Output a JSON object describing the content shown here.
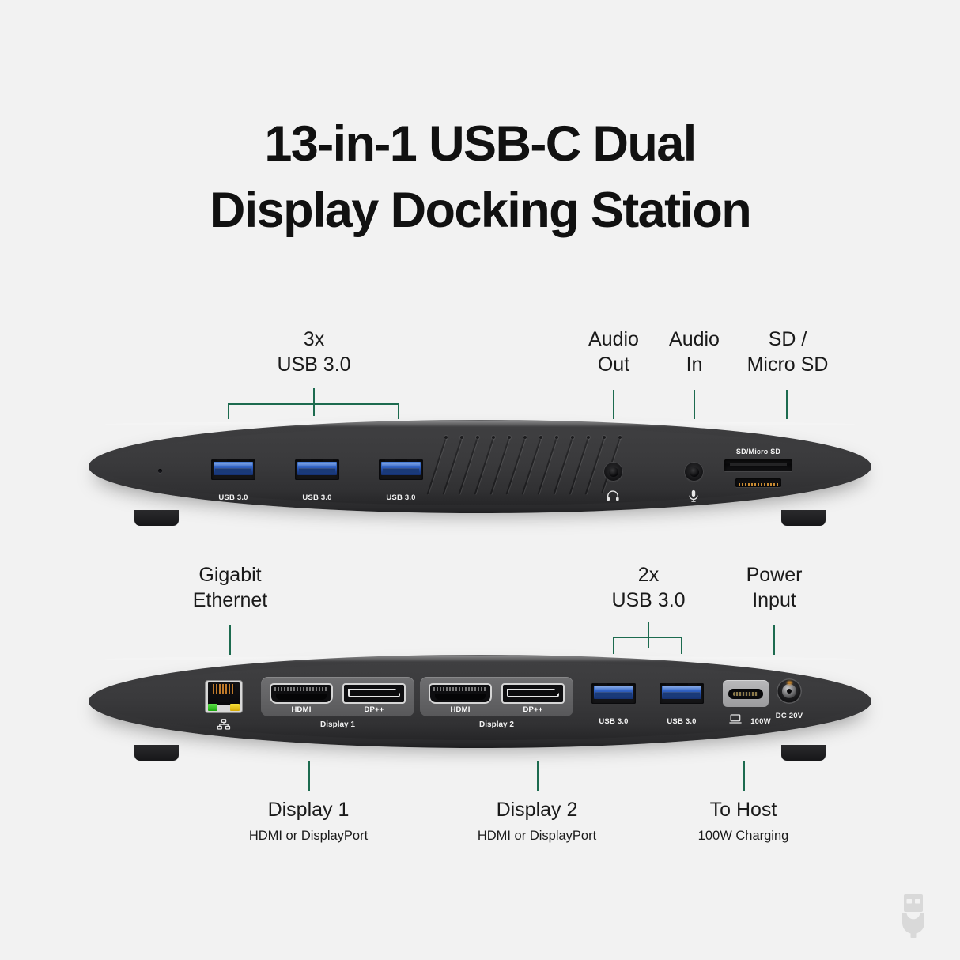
{
  "title": {
    "line1": "13-in-1 USB-C Dual",
    "line2": "Display Docking Station"
  },
  "colors": {
    "background": "#f2f2f2",
    "leader_line": "#1d6b4f",
    "device_body": "#3a3a3c",
    "usb_blue": "#2f5fc0",
    "led_green": "#1ba80f",
    "led_yellow": "#d4a907",
    "title_text": "#111111"
  },
  "top_view": {
    "callouts": [
      {
        "name": "usb3-group",
        "big": "3x",
        "sub": "USB 3.0"
      },
      {
        "name": "audio-out",
        "big": "Audio",
        "sub": "Out"
      },
      {
        "name": "audio-in",
        "big": "Audio",
        "sub": "In"
      },
      {
        "name": "card-reader",
        "big": "SD /",
        "sub": "Micro SD"
      }
    ],
    "ports": [
      {
        "name": "usb-a-1",
        "label": "USB 3.0",
        "type": "usb-a"
      },
      {
        "name": "usb-a-2",
        "label": "USB 3.0",
        "type": "usb-a"
      },
      {
        "name": "usb-a-3",
        "label": "USB 3.0",
        "type": "usb-a"
      },
      {
        "name": "audio-out-jack",
        "icon": "headphone-icon",
        "type": "jack-3.5mm"
      },
      {
        "name": "audio-in-jack",
        "icon": "microphone-icon",
        "type": "jack-3.5mm"
      },
      {
        "name": "card-reader-slot",
        "label": "SD/Micro SD",
        "type": "card-reader"
      }
    ],
    "vent_count": 12
  },
  "bottom_view": {
    "callouts_top": [
      {
        "name": "gigabit-ethernet",
        "big": "Gigabit",
        "sub": "Ethernet"
      },
      {
        "name": "usb3-pair",
        "big": "2x",
        "sub": "USB 3.0"
      },
      {
        "name": "power-input",
        "big": "Power",
        "sub": "Input"
      }
    ],
    "callouts_bottom": [
      {
        "name": "display-1",
        "big": "Display 1",
        "sub": "HDMI or DisplayPort"
      },
      {
        "name": "display-2",
        "big": "Display 2",
        "sub": "HDMI or DisplayPort"
      },
      {
        "name": "to-host",
        "big": "To Host",
        "sub": "100W Charging"
      }
    ],
    "ports": [
      {
        "name": "rj45-ethernet",
        "icon": "network-icon",
        "type": "rj45"
      },
      {
        "name": "hdmi-1",
        "label": "HDMI",
        "group": "Display 1"
      },
      {
        "name": "dp-1",
        "label": "DP++",
        "group": "Display 1"
      },
      {
        "name": "hdmi-2",
        "label": "HDMI",
        "group": "Display 2"
      },
      {
        "name": "dp-2",
        "label": "DP++",
        "group": "Display 2"
      },
      {
        "name": "usb-a-4",
        "label": "USB 3.0"
      },
      {
        "name": "usb-a-5",
        "label": "USB 3.0"
      },
      {
        "name": "usb-c-host",
        "label": "100W",
        "icon": "laptop-icon"
      },
      {
        "name": "dc-power",
        "label": "DC 20V"
      }
    ],
    "group_captions": [
      {
        "name": "display-1-caption",
        "text": "Display 1"
      },
      {
        "name": "display-2-caption",
        "text": "Display 2"
      }
    ]
  },
  "watermark": {
    "name": "usb-plug-logo"
  }
}
